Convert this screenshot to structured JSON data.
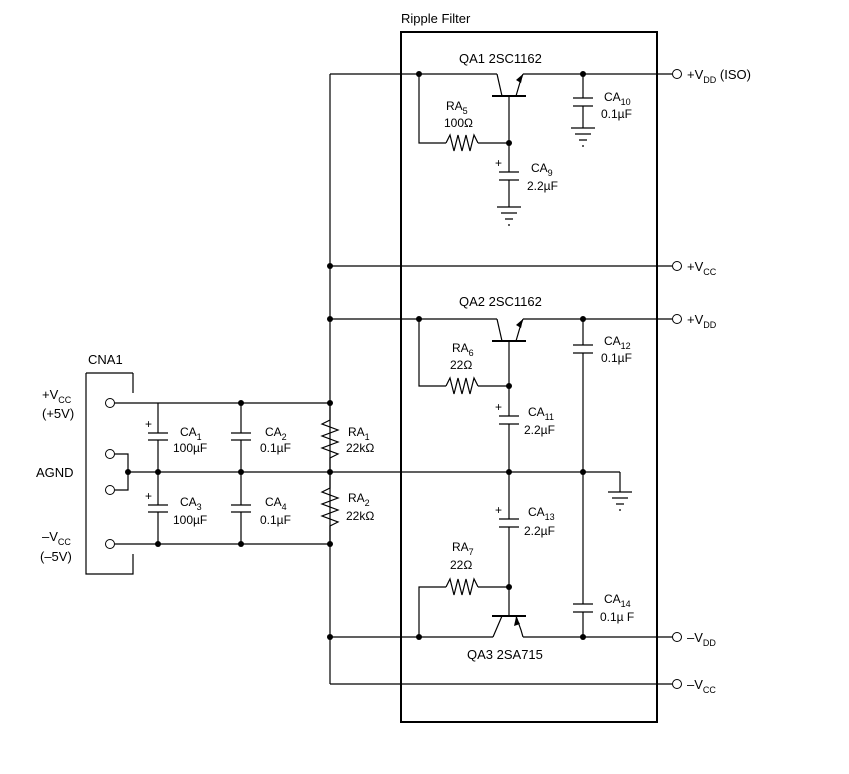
{
  "block_title": "Ripple Filter",
  "connector": {
    "name": "CNA1",
    "pins": {
      "vcc_pos": {
        "main": "+V",
        "sub": "CC",
        "note": "(+5V)"
      },
      "agnd": {
        "main": "AGND"
      },
      "vcc_neg": {
        "main": "–V",
        "sub": "CC",
        "note": "(–5V)"
      }
    }
  },
  "transistors": {
    "qa1": "QA1 2SC1162",
    "qa2": "QA2 2SC1162",
    "qa3": "QA3 2SA715"
  },
  "components": {
    "ra5": {
      "main": "RA",
      "sub": "5",
      "value": "100Ω"
    },
    "ca10": {
      "main": "CA",
      "sub": "10",
      "value": "0.1µF"
    },
    "ca9": {
      "main": "CA",
      "sub": "9",
      "value": "2.2µF"
    },
    "ra6": {
      "main": "RA",
      "sub": "6",
      "value": "22Ω"
    },
    "ca12": {
      "main": "CA",
      "sub": "12",
      "value": "0.1µF"
    },
    "ca11": {
      "main": "CA",
      "sub": "11",
      "value": "2.2µF"
    },
    "ca13": {
      "main": "CA",
      "sub": "13",
      "value": "2.2µF"
    },
    "ra7": {
      "main": "RA",
      "sub": "7",
      "value": "22Ω"
    },
    "ca14": {
      "main": "CA",
      "sub": "14",
      "value": "0.1µ F"
    },
    "ca1": {
      "main": "CA",
      "sub": "1",
      "value": "100µF"
    },
    "ca2": {
      "main": "CA",
      "sub": "2",
      "value": "0.1µF"
    },
    "ca3": {
      "main": "CA",
      "sub": "3",
      "value": "100µF"
    },
    "ca4": {
      "main": "CA",
      "sub": "4",
      "value": "0.1µF"
    },
    "ra1": {
      "main": "RA",
      "sub": "1",
      "value": "22kΩ"
    },
    "ra2": {
      "main": "RA",
      "sub": "2",
      "value": "22kΩ"
    }
  },
  "outputs": {
    "vdd_iso": {
      "prefix": "+V",
      "sub": "DD",
      "suffix": " (ISO)"
    },
    "vcc_pos": {
      "prefix": "+V",
      "sub": "CC",
      "suffix": ""
    },
    "vdd_pos": {
      "prefix": "+V",
      "sub": "DD",
      "suffix": ""
    },
    "vdd_neg": {
      "prefix": "–V",
      "sub": "DD",
      "suffix": ""
    },
    "vcc_neg": {
      "prefix": "–V",
      "sub": "CC",
      "suffix": ""
    }
  },
  "polarity_mark": "+"
}
